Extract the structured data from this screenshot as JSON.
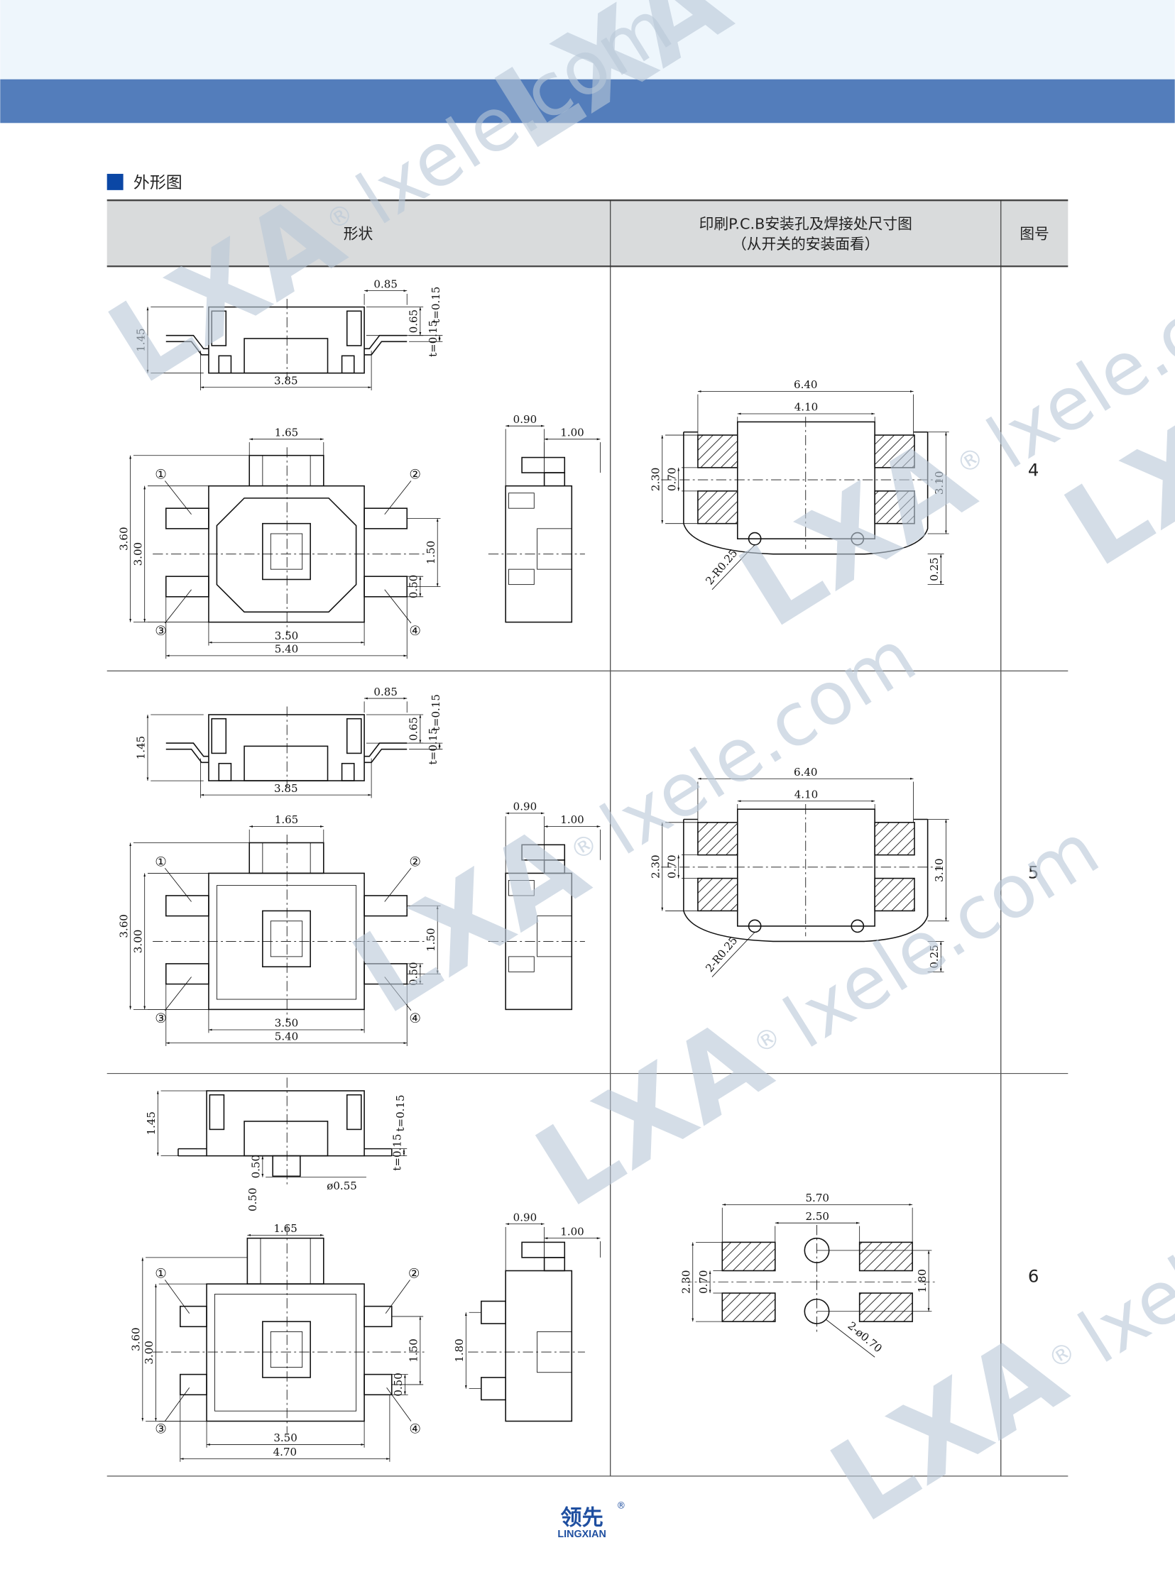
{
  "header": {
    "section_title": "外形图",
    "col_shape": "形状",
    "col_pcb_line1": "印刷P.C.B安装孔及焊接处尺寸图",
    "col_pcb_line2": "（从开关的安装面看）",
    "col_fig": "图号"
  },
  "colors": {
    "band": "#537dbb",
    "top_bg": "#eef6fc",
    "marker": "#0b47a5",
    "header_bg": "#d9dbdc",
    "logo": "#1f4fa0"
  },
  "rows": [
    {
      "fig": "4",
      "side": {
        "top": "0.85",
        "h1": "0.65",
        "t": "t=0.15",
        "height": "1.45",
        "width": "3.85"
      },
      "top": {
        "act": "1.65",
        "h_outer": "3.60",
        "h_inner": "3.00",
        "pin_w": "0.50",
        "pin_pitch": "1.50",
        "body_w": "3.50",
        "total_w": "5.40",
        "pins": [
          "①",
          "②",
          "③",
          "④"
        ]
      },
      "profile": {
        "a": "0.90",
        "b": "1.00"
      },
      "pcb": {
        "outer": "6.40",
        "inner": "4.10",
        "pad_h": "2.30",
        "gap": "0.70",
        "height": "3.10",
        "offset": "0.25",
        "radius": "2-R0.25"
      }
    },
    {
      "fig": "5",
      "side": {
        "top": "0.85",
        "h1": "0.65",
        "t": "t=0.15",
        "height": "1.45",
        "width": "3.85"
      },
      "top": {
        "act": "1.65",
        "h_outer": "3.60",
        "h_inner": "3.00",
        "pin_w": "0.50",
        "pin_pitch": "1.50",
        "body_w": "3.50",
        "total_w": "5.40",
        "pins": [
          "①",
          "②",
          "③",
          "④"
        ]
      },
      "profile": {
        "a": "0.90",
        "b": "1.00"
      },
      "pcb": {
        "outer": "6.40",
        "inner": "4.10",
        "pad_h": "2.30",
        "gap": "0.70",
        "height": "3.10",
        "offset": "0.25",
        "radius": "2-R0.25"
      }
    },
    {
      "fig": "6",
      "side": {
        "t": "t=0.15",
        "height": "1.45",
        "pin_h": "0.50",
        "pin_d": "ø0.55"
      },
      "top": {
        "act": "1.65",
        "h_outer": "3.60",
        "h_inner": "3.00",
        "pin_w": "0.50",
        "pin_pitch": "1.50",
        "body_w": "3.50",
        "total_w": "4.70",
        "pins": [
          "①",
          "②",
          "③",
          "④"
        ]
      },
      "profile": {
        "a": "0.90",
        "b": "1.00",
        "pin": "1.80"
      },
      "pcb": {
        "outer": "5.70",
        "inner": "2.50",
        "pad_h": "2.30",
        "gap": "0.70",
        "hole_pitch": "1.80",
        "holes": "2-ø0.70"
      }
    }
  ],
  "footer": {
    "logo_cn": "领先",
    "logo_en": "LINGXIAN",
    "logo_reg": "®"
  },
  "watermark": {
    "brand": "LXA",
    "site": "lxele.com",
    "reg": "®"
  }
}
